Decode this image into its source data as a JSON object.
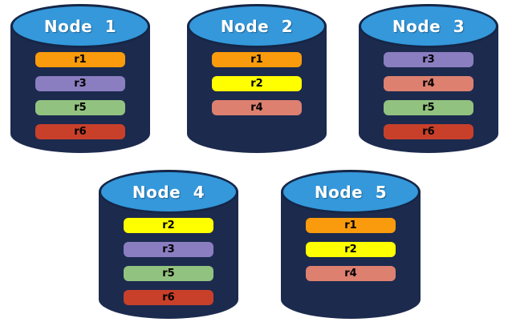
{
  "diagram": {
    "description": "Replica distribution across database nodes",
    "background_color": "#FFFFFF",
    "cylinder": {
      "body_color": "#1C2A4E",
      "top_color": "#3498DB",
      "outline_color": "#152647",
      "title_color": "#FFFFFF",
      "replica_label_color": "#000000"
    },
    "replica_colors": {
      "r1": "#F99B0C",
      "r2": "#FFFF00",
      "r3": "#8A7EC0",
      "r4": "#DD8070",
      "r5": "#92C27F",
      "r6": "#C8402A"
    },
    "nodes": [
      {
        "title": "Node 1",
        "replicas": [
          "r1",
          "r3",
          "r5",
          "r6"
        ]
      },
      {
        "title": "Node 2",
        "replicas": [
          "r1",
          "r2",
          "r4"
        ]
      },
      {
        "title": "Node 3",
        "replicas": [
          "r3",
          "r4",
          "r5",
          "r6"
        ]
      },
      {
        "title": "Node 4",
        "replicas": [
          "r2",
          "r3",
          "r5",
          "r6"
        ]
      },
      {
        "title": "Node 5",
        "replicas": [
          "r1",
          "r2",
          "r4"
        ]
      }
    ]
  }
}
